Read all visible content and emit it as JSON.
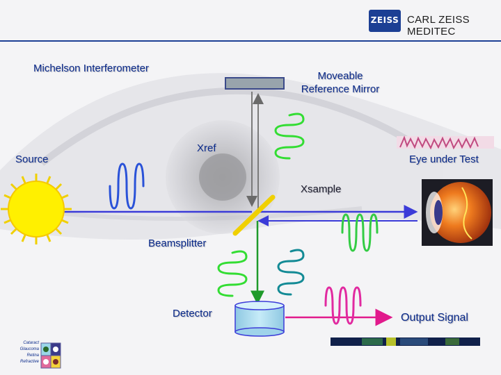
{
  "header": {
    "logo_text": "ZEISS",
    "company_name": "CARL ZEISS MEDITEC"
  },
  "diagram": {
    "title": "Michelson Interferometer",
    "labels": {
      "mirror": [
        "Moveable",
        "Reference Mirror"
      ],
      "xref": "Xref",
      "source": "Source",
      "eye": "Eye under Test",
      "xsample": "Xsample",
      "beamsplitter": "Beamsplitter",
      "detector": "Detector",
      "output": "Output Signal"
    }
  },
  "footer": {
    "categories": [
      "Cataract",
      "Glaucoma",
      "Retina",
      "Refractive"
    ]
  },
  "colors": {
    "accent_blue": "#1c3f94",
    "beam_blue": "#3b3bd8",
    "mirror_beam": "#7a7a7a",
    "return_beam": "#1f9a2a",
    "output_arrow": "#e11a8c",
    "beamsplitter": "#f0d000",
    "wave_blue": "#2a52d8",
    "wave_green": "#33dd33",
    "wave_teal": "#138a95",
    "wave_pink": "#e12aa0",
    "detector_fill": "#a8d8ee"
  },
  "icons": [
    "eye-photo-icon",
    "sun-source-icon",
    "eyeball-icon",
    "detector-cylinder-icon",
    "product-category-icon"
  ]
}
